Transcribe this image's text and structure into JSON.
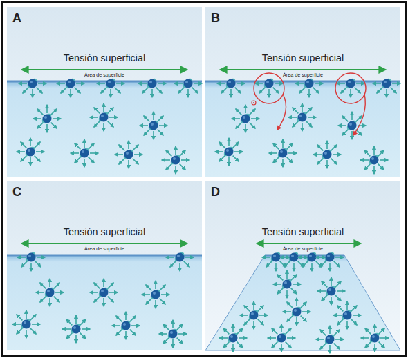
{
  "diagram": {
    "nodes": [
      {
        "text": [
          "A",
          "Tensión superficial",
          "Área de superficie"
        ]
      },
      {
        "text": [
          "B",
          "Tensión superficial",
          "Área de superficie"
        ]
      },
      {
        "text": [
          "C",
          "Tensión superficial",
          "Área de superficie"
        ]
      },
      {
        "text": [
          "D",
          "Tensión superficial",
          "Área de superficie"
        ]
      }
    ]
  }
}
